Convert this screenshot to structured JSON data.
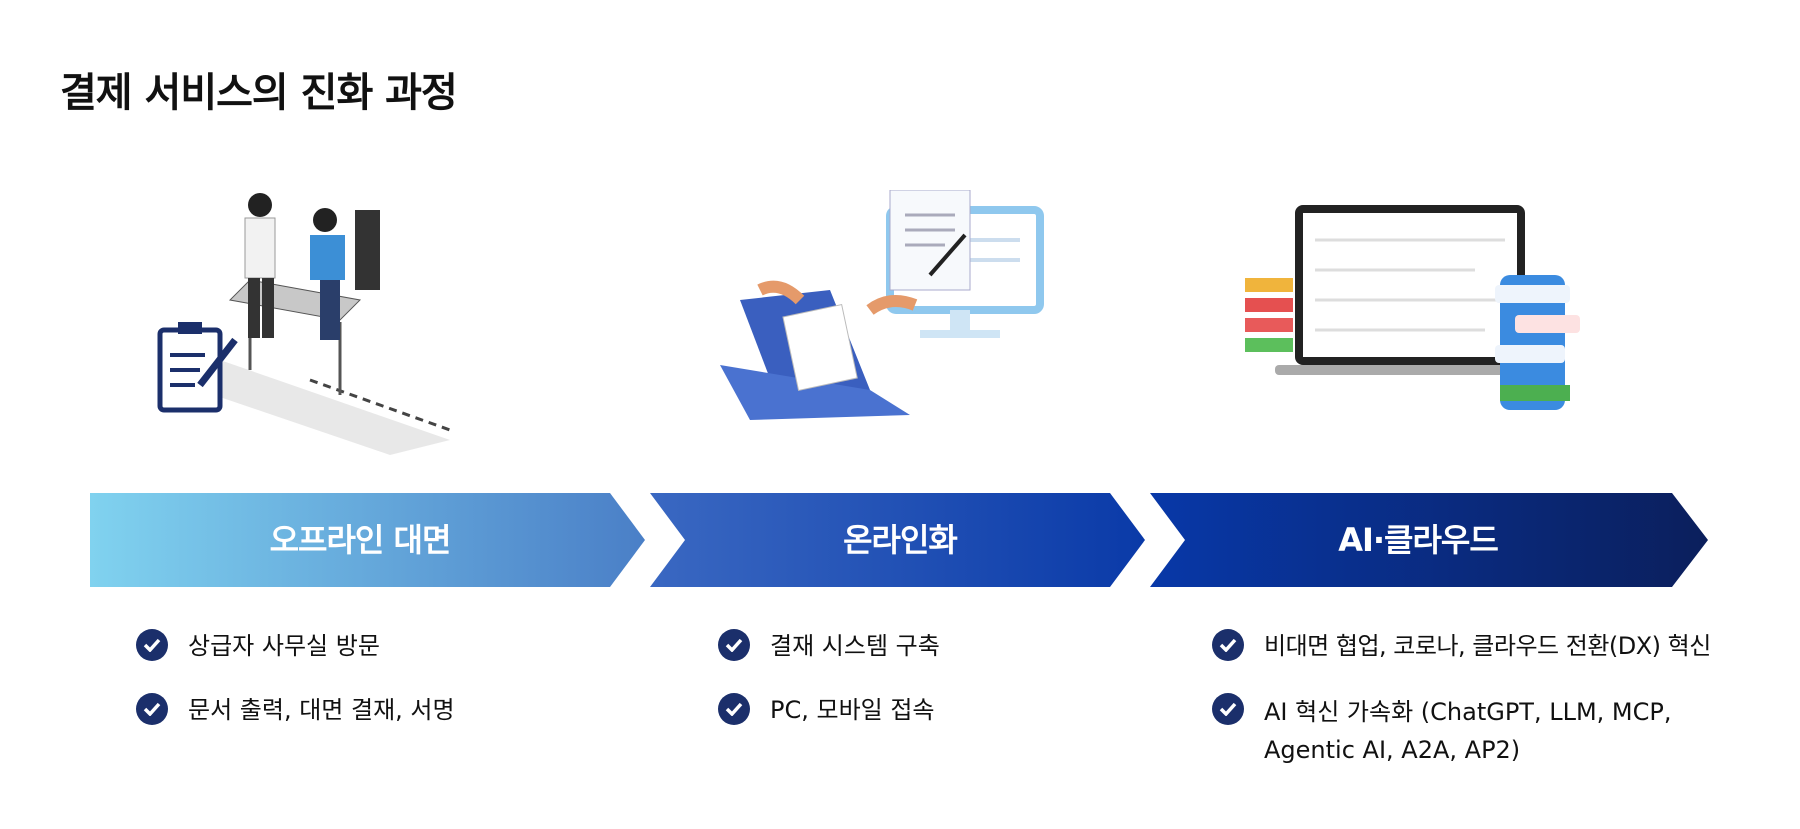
{
  "title": "결제 서비스의 진화 과정",
  "stages": [
    {
      "label": "오프라인 대면",
      "illustration": "office-meeting-illustration",
      "bullets": [
        "상급자 사무실 방문",
        "문서 출력, 대면 결재, 서명"
      ]
    },
    {
      "label": "온라인화",
      "illustration": "online-contract-illustration",
      "bullets": [
        "결재 시스템 구축",
        "PC, 모바일 접속"
      ]
    },
    {
      "label": "AI·클라우드",
      "illustration": "cloud-ai-dashboard-illustration",
      "bullets": [
        "비대면 협업, 코로나, 클라우드 전환(DX) 혁신",
        "AI 혁신 가속화 (ChatGPT, LLM, MCP, Agentic AI, A2A, AP2)"
      ]
    }
  ],
  "colors": {
    "check": "#1b2f6b",
    "stage1": [
      "#80d2ef",
      "#4a7fc7"
    ],
    "stage2": [
      "#3a68c2",
      "#0a3aa8"
    ],
    "stage3": [
      "#0838a8",
      "#0b1f5c"
    ]
  }
}
